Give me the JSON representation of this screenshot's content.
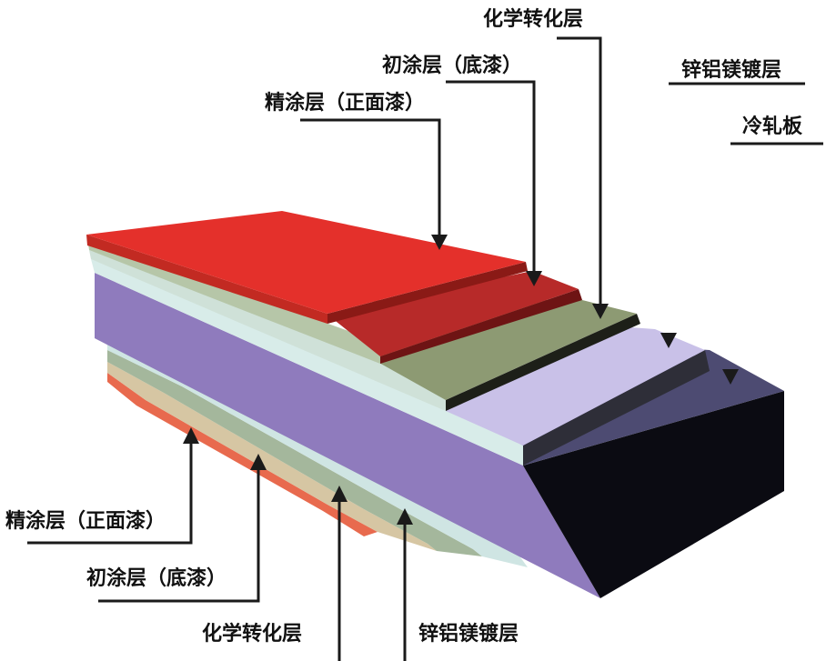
{
  "labels": {
    "top": {
      "chemical_conversion": "化学转化层",
      "primer": "初涂层（底漆）",
      "topcoat": "精涂层（正面漆）",
      "zn_al_mg": "锌铝镁镀层",
      "cold_rolled": "冷轧板"
    },
    "bottom": {
      "topcoat": "精涂层（正面漆）",
      "primer": "初涂层（底漆）",
      "chemical_conversion": "化学转化层",
      "zn_al_mg": "锌铝镁镀层"
    }
  },
  "colors": {
    "topcoat": "#e4302b",
    "primer": "#b72a29",
    "chemical": "#8d9a73",
    "zn_al_mg": "#c9c1e8",
    "cold_rolled": "#4d4b72",
    "purple_side": "#8f7bbd",
    "light_side": "#d8ece9",
    "arrow": "#1a1a1a"
  }
}
